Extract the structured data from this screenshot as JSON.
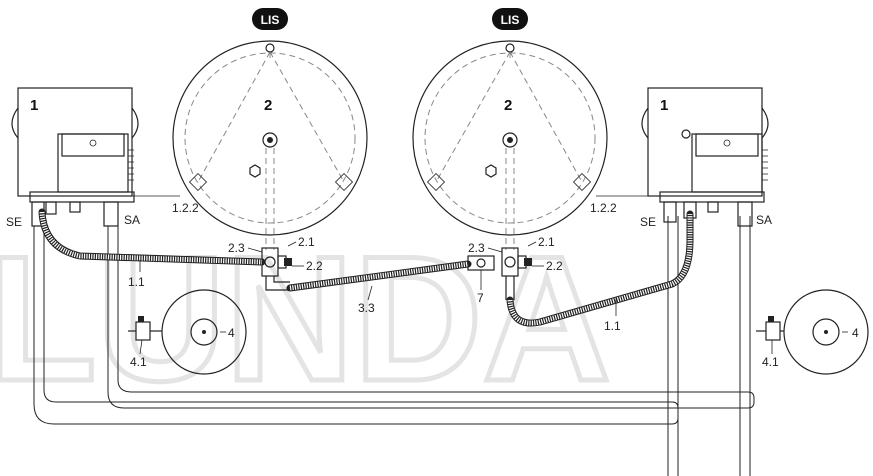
{
  "watermark": "LUNDA",
  "tag_lis": "LIS",
  "labels": {
    "tank_left": "2",
    "tank_right": "2",
    "unit_left": "1",
    "unit_right": "1",
    "se_left": "SE",
    "sa_left": "SA",
    "se_right": "SE",
    "sa_right": "SA",
    "line_left": "1.2.2",
    "line_right": "1.2.2",
    "valve_23_left": "2.3",
    "valve_21_left": "2.1",
    "valve_22_left": "2.2",
    "valve_23_right": "2.3",
    "valve_21_right": "2.1",
    "valve_22_right": "2.2",
    "hose_left": "1.1",
    "hose_right": "1.1",
    "hose_middle": "3.3",
    "valve_7": "7",
    "vessel_left": "4",
    "vessel_right": "4",
    "vessel_valve_left": "4.1",
    "vessel_valve_right": "4.1"
  }
}
